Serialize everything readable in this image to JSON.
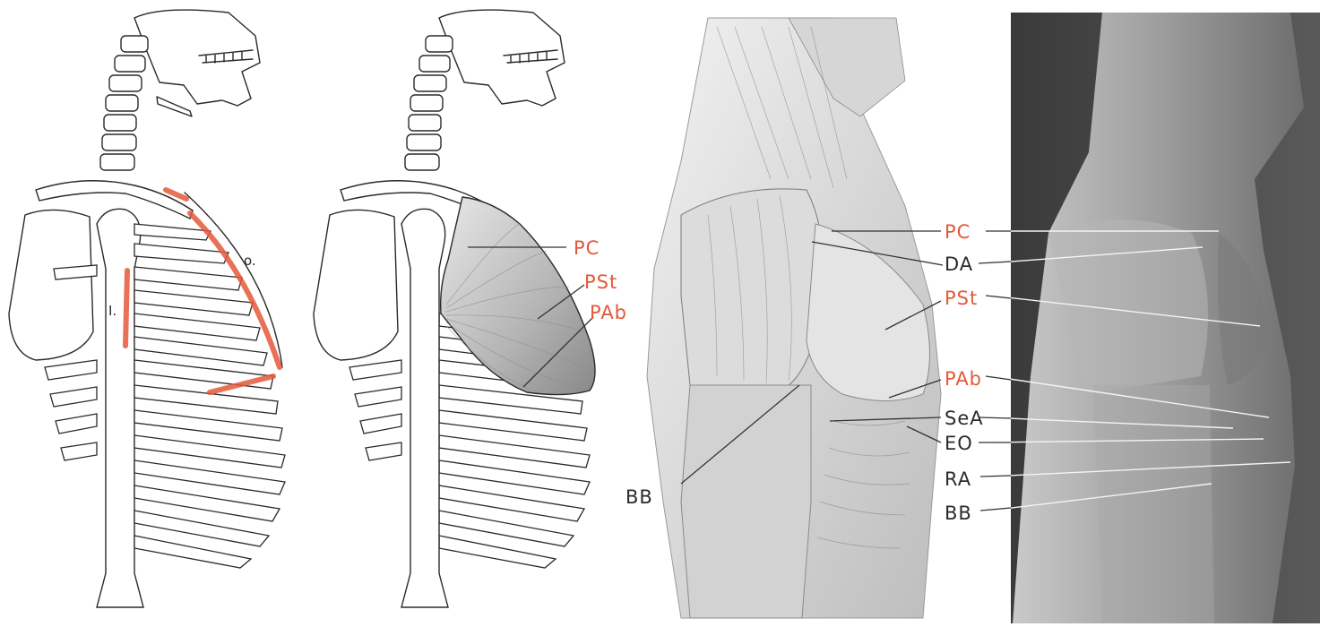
{
  "panel1": {
    "labels": {
      "insertion": "I.",
      "origin": "o."
    }
  },
  "panel2": {
    "labels": [
      {
        "id": "pc",
        "text": "PC"
      },
      {
        "id": "pst",
        "text": "PSt"
      },
      {
        "id": "pab",
        "text": "PAb"
      }
    ]
  },
  "panel3": {
    "labels": [
      {
        "id": "pc",
        "text": "PC"
      },
      {
        "id": "da",
        "text": "DA"
      },
      {
        "id": "pst",
        "text": "PSt"
      },
      {
        "id": "pab",
        "text": "PAb"
      },
      {
        "id": "sea",
        "text": "SeA"
      },
      {
        "id": "eo",
        "text": "EO"
      },
      {
        "id": "ra",
        "text": "RA"
      },
      {
        "id": "bb_right",
        "text": "BB"
      },
      {
        "id": "bb_left",
        "text": "BB"
      }
    ]
  },
  "colors": {
    "highlight": "#e4583a",
    "text": "#2b2b2b",
    "photo_background": "#4a4a4a"
  }
}
